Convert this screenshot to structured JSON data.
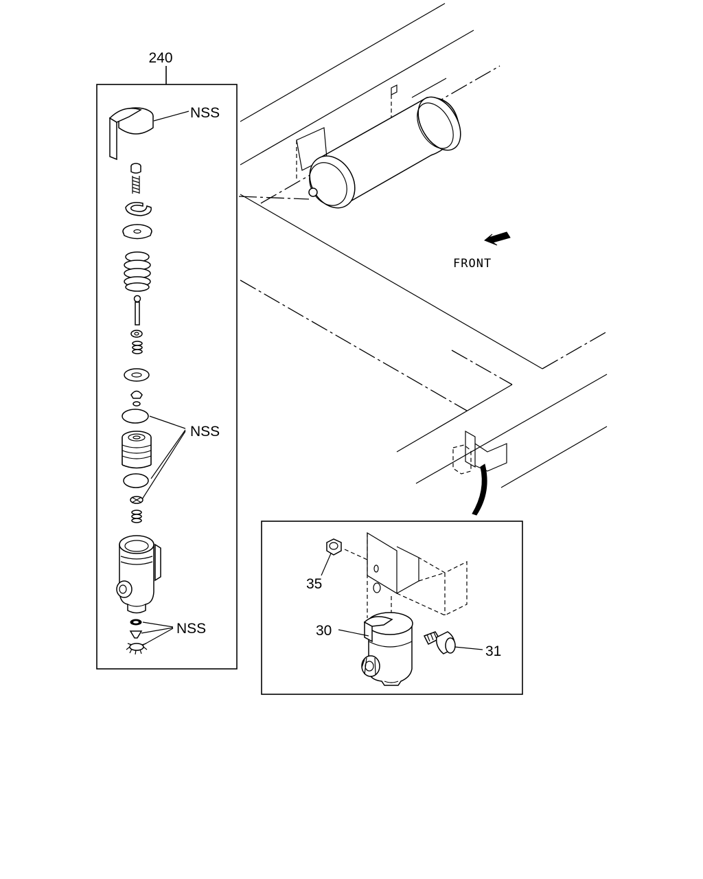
{
  "callouts": {
    "assembly": "240",
    "nss_top": "NSS",
    "nss_middle": "NSS",
    "nss_bottom": "NSS",
    "front": "FRONT",
    "bolt": "35",
    "dryer": "30",
    "valve": "31"
  }
}
